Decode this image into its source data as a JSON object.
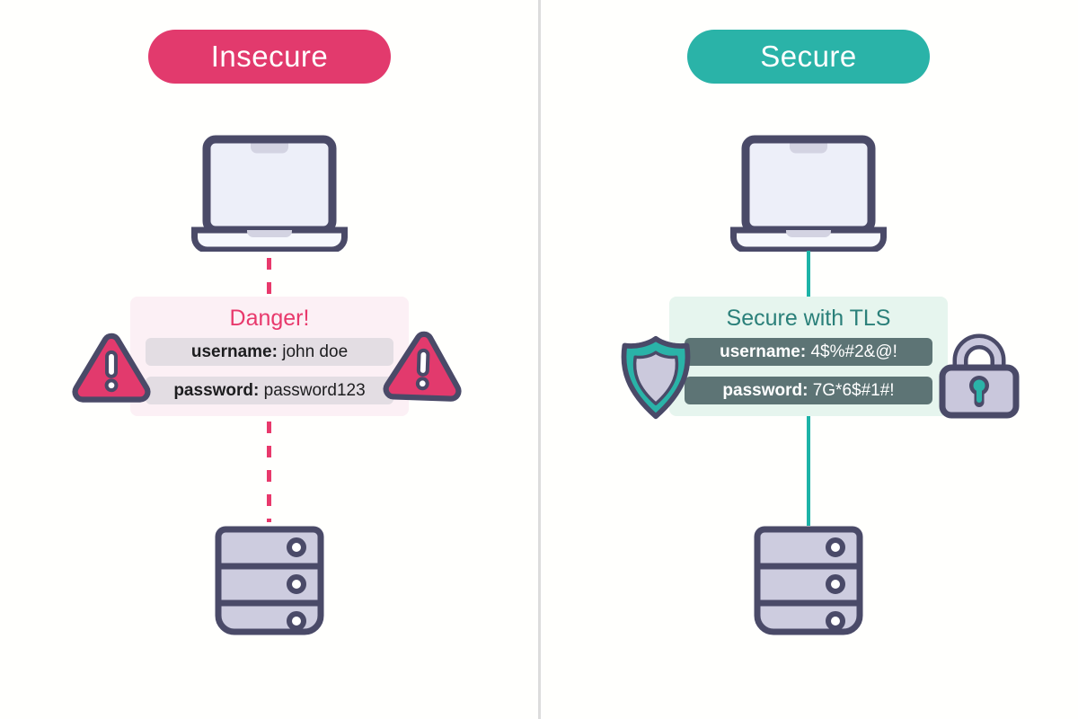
{
  "diagram": {
    "left": {
      "badge": "Insecure",
      "box_title": "Danger!",
      "rows": [
        {
          "label": "username:",
          "value": " john doe"
        },
        {
          "label": "password:",
          "value": " password123"
        }
      ],
      "connection_style": "dashed",
      "icons": [
        "laptop-icon",
        "warning-icon",
        "warning-icon",
        "server-icon"
      ]
    },
    "right": {
      "badge": "Secure",
      "box_title": "Secure with TLS",
      "rows": [
        {
          "label": "username:",
          "value": " 4$%#2&@!"
        },
        {
          "label": "password:",
          "value": " 7G*6$#1#!"
        }
      ],
      "connection_style": "solid",
      "icons": [
        "laptop-icon",
        "shield-icon",
        "lock-icon",
        "server-icon"
      ]
    },
    "colors": {
      "insecure_accent": "#E23A6D",
      "secure_accent": "#2AB3A8",
      "outline_navy": "#4A4A68",
      "danger_box_bg": "#FCF0F5",
      "secure_box_bg": "#E6F5EE",
      "insecure_row_bg": "#E3DDE3",
      "secure_row_bg": "#5D7475",
      "device_fill": "#CDCCDF",
      "divider": "#DCDCDC"
    }
  }
}
